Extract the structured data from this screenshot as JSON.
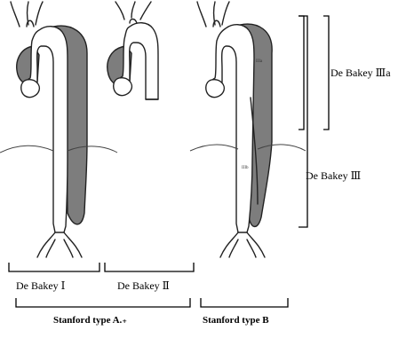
{
  "labels": {
    "debakey_1": "De Bakey  Ⅰ",
    "debakey_2": "De Bakey  Ⅱ",
    "debakey_3": "De  Bakey  Ⅲ",
    "debakey_3a": "De Bakey  Ⅲa",
    "stanford_a": "Stanford type A.₊",
    "stanford_b": "Stanford type B",
    "mark_3a": "IIIa",
    "mark_3b": "IIIb"
  },
  "colors": {
    "dissection_fill": "#7d7d7d",
    "outline": "#222222",
    "lumen": "#ffffff"
  }
}
